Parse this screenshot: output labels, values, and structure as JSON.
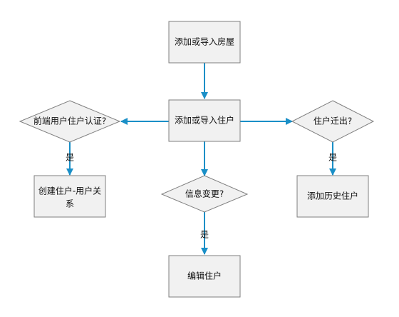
{
  "colors": {
    "box_fill": "#f1f1f1",
    "box_stroke": "#7f7f7f",
    "arrow": "#1a8fc7",
    "text": "#111111"
  },
  "nodes": {
    "add_import_house": "添加或导入房屋",
    "add_import_resident": "添加或导入住户",
    "frontend_user_auth": "前端用户住户认证?",
    "resident_move_out": "住户迁出?",
    "info_changed": "信息变更?",
    "create_user_relation_line1": "创建住户-用户关",
    "create_user_relation_line2": "系",
    "add_history_resident": "添加历史住户",
    "edit_resident": "编辑住户"
  },
  "edges": {
    "yes_left": "是",
    "yes_center": "是",
    "yes_right": "是"
  }
}
